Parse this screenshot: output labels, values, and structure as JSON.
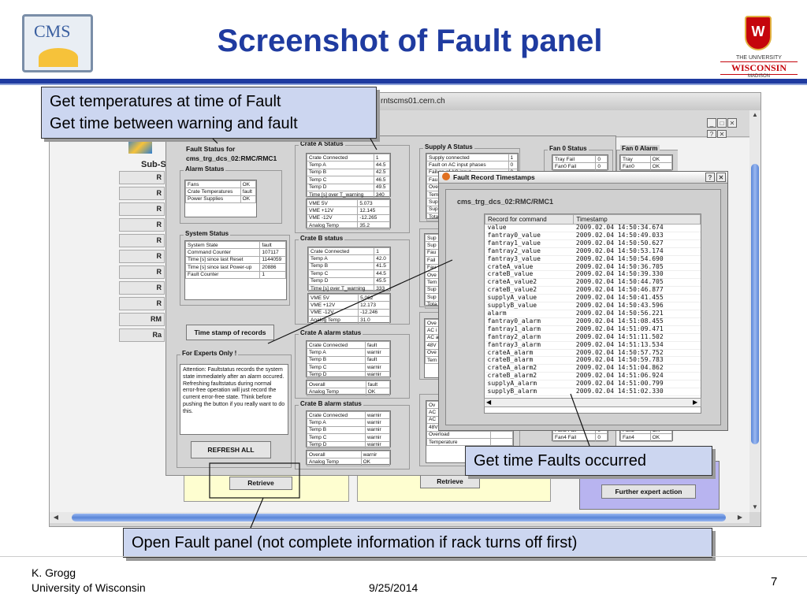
{
  "slide": {
    "title": "Screenshot of Fault panel",
    "author": "K. Grogg",
    "org": "University of Wisconsin",
    "date": "9/25/2014",
    "page": "7"
  },
  "logos": {
    "cms": "CMS",
    "uw_letter": "W",
    "uw_line1": "THE UNIVERSITY",
    "uw_line2": "WISCONSIN",
    "uw_line3": "MADISON"
  },
  "callouts": {
    "top_line1": "Get temperatures at time of Fault",
    "top_line2": "Get time between warning and fault",
    "right": "Get time Faults occurred",
    "bottom": "Open Fault panel (not complete information if rack turns off first)"
  },
  "browser": {
    "url_fragment": "rntscms01.cern.ch"
  },
  "sidebar": {
    "subsystem": "Sub-S",
    "items": [
      "R",
      "R",
      "R",
      "R",
      "R",
      "R",
      "R",
      "R",
      "R",
      "RM",
      "Ra"
    ]
  },
  "fault": {
    "header_line1": "Fault Status for",
    "header_line2": "cms_trg_dcs_02:RMC/RMC1",
    "alarm_status": {
      "title": "Alarm Status",
      "rows": [
        [
          "Fans",
          "OK"
        ],
        [
          "Crate Temperatures",
          "fault"
        ],
        [
          "Power Supplies",
          "OK"
        ]
      ]
    },
    "system_status": {
      "title": "System Status",
      "rows": [
        [
          "System State",
          "fault"
        ],
        [
          "Command Counter",
          "107117"
        ],
        [
          "Time [s] since last Reset",
          "1144059"
        ],
        [
          "Time [s] since last Power-up",
          "20886"
        ],
        [
          "Fault Counter",
          "1"
        ]
      ]
    },
    "timestamp_button": "Time stamp of records",
    "experts": {
      "title": "For Experts Only !",
      "text": "Attention: Faultstatus records the system state immediately after an alarm occured. Refreshing faultstatus during normal error-free operation will just record the current error-free state. Think before pushing the button if you really want to do this."
    },
    "refresh_button": "REFRESH ALL",
    "crate_a": {
      "title": "Crate A Status",
      "rows": [
        [
          "Crate Connected",
          "1"
        ],
        [
          "Temp A",
          "44.5"
        ],
        [
          "Temp B",
          "42.5"
        ],
        [
          "Temp C",
          "46.5"
        ],
        [
          "Temp D",
          "49.5"
        ],
        [
          "Time [s] over T_warning",
          "340"
        ]
      ],
      "volts": [
        [
          "VME 5V",
          "5.073"
        ],
        [
          "VME +12V",
          "12.145"
        ],
        [
          "VME -12V",
          "-12.265"
        ],
        [
          "Analog Temp",
          "35.2"
        ]
      ]
    },
    "crate_b": {
      "title": "Crate B status",
      "rows": [
        [
          "Crate Connected",
          "1"
        ],
        [
          "Temp A",
          "42.0"
        ],
        [
          "Temp B",
          "41.5"
        ],
        [
          "Temp C",
          "44.5"
        ],
        [
          "Temp D",
          "45.5"
        ],
        [
          "Time [s] over T_warning",
          "333"
        ]
      ],
      "volts": [
        [
          "VME 5V",
          "5.062"
        ],
        [
          "VME +12V",
          "12.173"
        ],
        [
          "VME -12V",
          "-12.246"
        ],
        [
          "Analog Temp",
          "31.0"
        ]
      ]
    },
    "crate_a_alarm": {
      "title": "Crate A alarm status",
      "rows": [
        [
          "Crate Connected",
          "fault"
        ],
        [
          "Temp A",
          "warnir"
        ],
        [
          "Temp B",
          "fault"
        ],
        [
          "Temp C",
          "warnir"
        ],
        [
          "Temp D",
          "warnir"
        ]
      ],
      "extra": [
        [
          "Overall",
          "fault"
        ],
        [
          "Analog Temp",
          "OK"
        ]
      ]
    },
    "crate_b_alarm": {
      "title": "Crate B alarm status",
      "rows": [
        [
          "Crate Connected",
          "warnir"
        ],
        [
          "Temp A",
          "warnir"
        ],
        [
          "Temp B",
          "warnir"
        ],
        [
          "Temp C",
          "warnir"
        ],
        [
          "Temp D",
          "warnir"
        ]
      ],
      "extra": [
        [
          "Overall",
          "warnir"
        ],
        [
          "Analog Temp",
          "OK"
        ]
      ]
    },
    "supply_a": {
      "title": "Supply A Status",
      "rows": [
        [
          "Supply connected",
          "1"
        ],
        [
          "Fault on AC input phases",
          "0"
        ],
        [
          "Failure of AC input",
          "0"
        ],
        [
          "Fau",
          "0"
        ],
        [
          "Ove",
          ""
        ],
        [
          "Tem",
          ""
        ],
        [
          "Sup",
          ""
        ],
        [
          "Sup",
          ""
        ],
        [
          "Tota",
          ""
        ]
      ]
    },
    "supply_b_rows": [
      [
        "Sup",
        ""
      ],
      [
        "Sup",
        ""
      ],
      [
        "Fau",
        ""
      ],
      [
        "Fail",
        ""
      ],
      [
        "Fau",
        ""
      ],
      [
        "Ove",
        ""
      ],
      [
        "Tem",
        ""
      ],
      [
        "Sup",
        ""
      ],
      [
        "Sup",
        ""
      ],
      [
        "Tota",
        ""
      ]
    ],
    "supply_alarm_rows": [
      [
        "Ove",
        ""
      ],
      [
        "AC i",
        ""
      ],
      [
        "AC a",
        ""
      ],
      [
        "48V",
        ""
      ],
      [
        "Ove",
        ""
      ],
      [
        "Tem",
        ""
      ]
    ],
    "supply_b_alarm_rows": [
      [
        "Ov",
        ""
      ],
      [
        "AC",
        ""
      ],
      [
        "AC",
        ""
      ],
      [
        "48V output",
        "OK"
      ],
      [
        "Overload",
        ""
      ],
      [
        "Temperature",
        ""
      ]
    ],
    "fan0_status": {
      "title": "Fan 0 Status",
      "rows": [
        [
          "Tray Fail",
          "0"
        ],
        [
          "Fan0 Fail",
          "0"
        ]
      ]
    },
    "fan0_alarm": {
      "title": "Fan 0 Alarm",
      "rows": [
        [
          "Tray",
          "OK"
        ],
        [
          "Fan0",
          "OK"
        ]
      ]
    },
    "fan_bottom": {
      "rows": [
        [
          "Fan3 Fail",
          "0"
        ],
        [
          "Fan4 Fail",
          "0"
        ]
      ],
      "alarm": [
        [
          "Fan3",
          "OK"
        ],
        [
          "Fan4",
          "OK"
        ]
      ]
    },
    "retrieve_a": "Retrieve",
    "retrieve_b": "Retrieve",
    "further": "Further expert action"
  },
  "records": {
    "title": "Fault Record Timestamps",
    "device": "cms_trg_dcs_02:RMC/RMC1",
    "col1": "Record for command",
    "col2": "Timestamp",
    "rows": [
      [
        "value",
        "2009.02.04 14:50:34.674"
      ],
      [
        "fantray0_value",
        "2009.02.04 14:50:49.033"
      ],
      [
        "fantray1_value",
        "2009.02.04 14:50:50.627"
      ],
      [
        "fantray2_value",
        "2009.02.04 14:50:53.174"
      ],
      [
        "fantray3_value",
        "2009.02.04 14:50:54.690"
      ],
      [
        "crateA_value",
        "2009.02.04 14:50:36.705"
      ],
      [
        "crateB_value",
        "2009.02.04 14:50:39.330"
      ],
      [
        "crateA_value2",
        "2009.02.04 14:50:44.705"
      ],
      [
        "crateB_value2",
        "2009.02.04 14:50:46.877"
      ],
      [
        "supplyA_value",
        "2009.02.04 14:50:41.455"
      ],
      [
        "supplyB_value",
        "2009.02.04 14:50:43.596"
      ],
      [
        "alarm",
        "2009.02.04 14:50:56.221"
      ],
      [
        "fantray0_alarm",
        "2009.02.04 14:51:08.455"
      ],
      [
        "fantray1_alarm",
        "2009.02.04 14:51:09.471"
      ],
      [
        "fantray2_alarm",
        "2009.02.04 14:51:11.502"
      ],
      [
        "fantray3_alarm",
        "2009.02.04 14:51:13.534"
      ],
      [
        "crateA_alarm",
        "2009.02.04 14:50:57.752"
      ],
      [
        "crateB_alarm",
        "2009.02.04 14:50:59.783"
      ],
      [
        "crateA_alarm2",
        "2009.02.04 14:51:04.862"
      ],
      [
        "crateB_alarm2",
        "2009.02.04 14:51:06.924"
      ],
      [
        "supplyA_alarm",
        "2009.02.04 14:51:00.799"
      ],
      [
        "supplyB_alarm",
        "2009.02.04 14:51:02.330"
      ]
    ]
  }
}
